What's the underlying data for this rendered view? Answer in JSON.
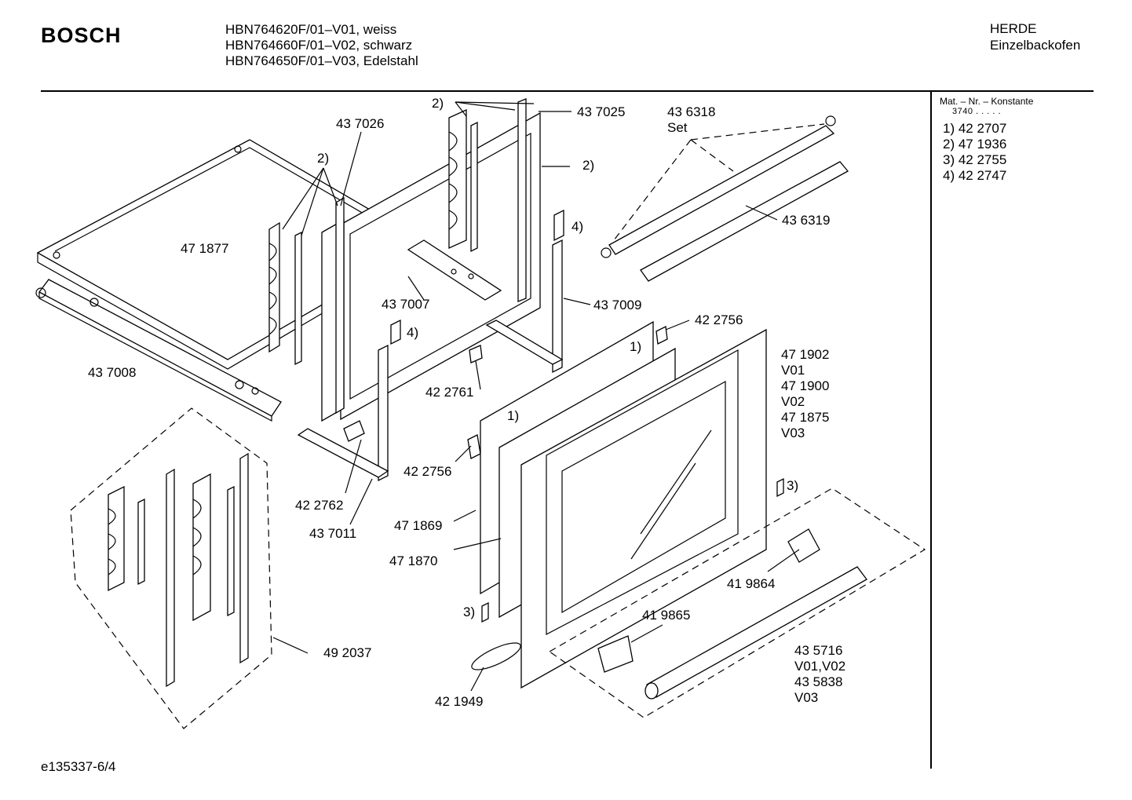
{
  "header": {
    "brand": "BOSCH",
    "models": [
      "HBN764620F/01–V01, weiss",
      "HBN764660F/01–V02, schwarz",
      "HBN764650F/01–V03, Edelstahl"
    ],
    "category": [
      "HERDE",
      "Einzelbackofen"
    ]
  },
  "legend": {
    "title": "Mat. – Nr. – Konstante",
    "constant": "3740  .  .  .  .  .",
    "items": [
      "1) 42 2707",
      "2) 47 1936",
      "3) 42 2755",
      "4) 42 2747"
    ]
  },
  "labels": {
    "l437026": "43 7026",
    "l2a": "2)",
    "l2b": "2)",
    "l437025": "43 7025",
    "l2c": "2)",
    "l436318": [
      "43 6318",
      "Set"
    ],
    "l436319": "43 6319",
    "l471877": "47 1877",
    "l4a": "4)",
    "l437007": "43 7007",
    "l437009": "43 7009",
    "l4b": "4)",
    "l422756a": "42 2756",
    "l1a": "1)",
    "l437008": "43 7008",
    "l422761": "42 2761",
    "l1b": "1)",
    "l471902": [
      "47 1902",
      "V01",
      "47 1900",
      "V02",
      "47 1875",
      "V03"
    ],
    "l422756b": "42 2756",
    "l3a": "3)",
    "l422762": "42 2762",
    "l437011": "43 7011",
    "l471869": "47 1869",
    "l471870": "47 1870",
    "l419864": "41 9864",
    "l3b": "3)",
    "l419865": "41 9865",
    "l492037": "49 2037",
    "l435716": [
      "43 5716",
      "V01,V02",
      "43 5838",
      "V03"
    ],
    "l421949": "42 1949"
  },
  "footer": {
    "code": "e135337-6/4"
  }
}
